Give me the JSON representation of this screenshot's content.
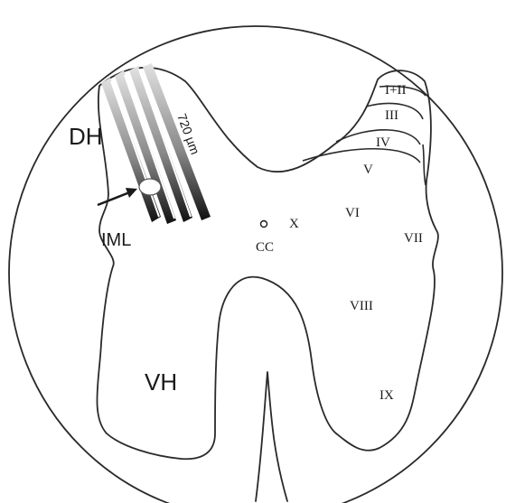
{
  "regions": {
    "dh": "DH",
    "iml": "IML",
    "vh": "VH",
    "cc": "CC"
  },
  "laminae": {
    "i_ii": "I+II",
    "iii": "III",
    "iv": "IV",
    "v": "V",
    "vi": "VI",
    "vii": "VII",
    "viii": "VIII",
    "ix": "IX",
    "x": "X"
  },
  "scale_bar": {
    "label": "720 µm"
  },
  "colors": {
    "outline": "#2a2a2a",
    "probe_dark": "#111111",
    "probe_light": "#d8d8d8",
    "background": "#ffffff"
  }
}
